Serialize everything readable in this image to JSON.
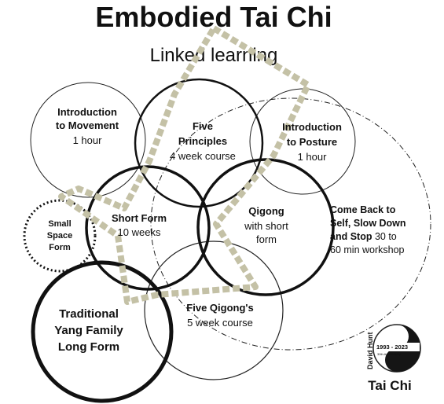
{
  "title": "Embodied Tai Chi",
  "subtitle": "Linked learning",
  "nodes": {
    "intro_movement": {
      "line1": "Introduction",
      "line2": "to Movement",
      "detail": "1 hour"
    },
    "five_principles": {
      "line1": "Five",
      "line2": "Principles",
      "detail": "4 week course"
    },
    "intro_posture": {
      "line1": "Introduction",
      "line2": "to Posture",
      "detail": "1 hour"
    },
    "small_space": {
      "line1": "Small",
      "line2": "Space",
      "line3": "Form"
    },
    "short_form": {
      "line1": "Short Form",
      "detail": "10 weeks"
    },
    "qigong": {
      "line1": "Qigong",
      "line2": "with short",
      "line3": "form"
    },
    "come_back": {
      "line1": "Come Back to",
      "line2": "Self, Slow Down",
      "line3_bold": "and Stop",
      "line3_rest": " 30 to",
      "line4": "60 min workshop"
    },
    "yang_long": {
      "line1": "Traditional",
      "line2": "Yang Family",
      "line3": "Long Form"
    },
    "five_qigongs": {
      "line1": "Five Qigong's",
      "detail": "5 week course"
    }
  },
  "logo": {
    "name": "David Hunt",
    "years": "1993 - 2023",
    "anniversary": "30th Anniversary",
    "brand": "Tai Chi"
  },
  "colors": {
    "path": "#c4c1a6",
    "ink": "#111111"
  }
}
